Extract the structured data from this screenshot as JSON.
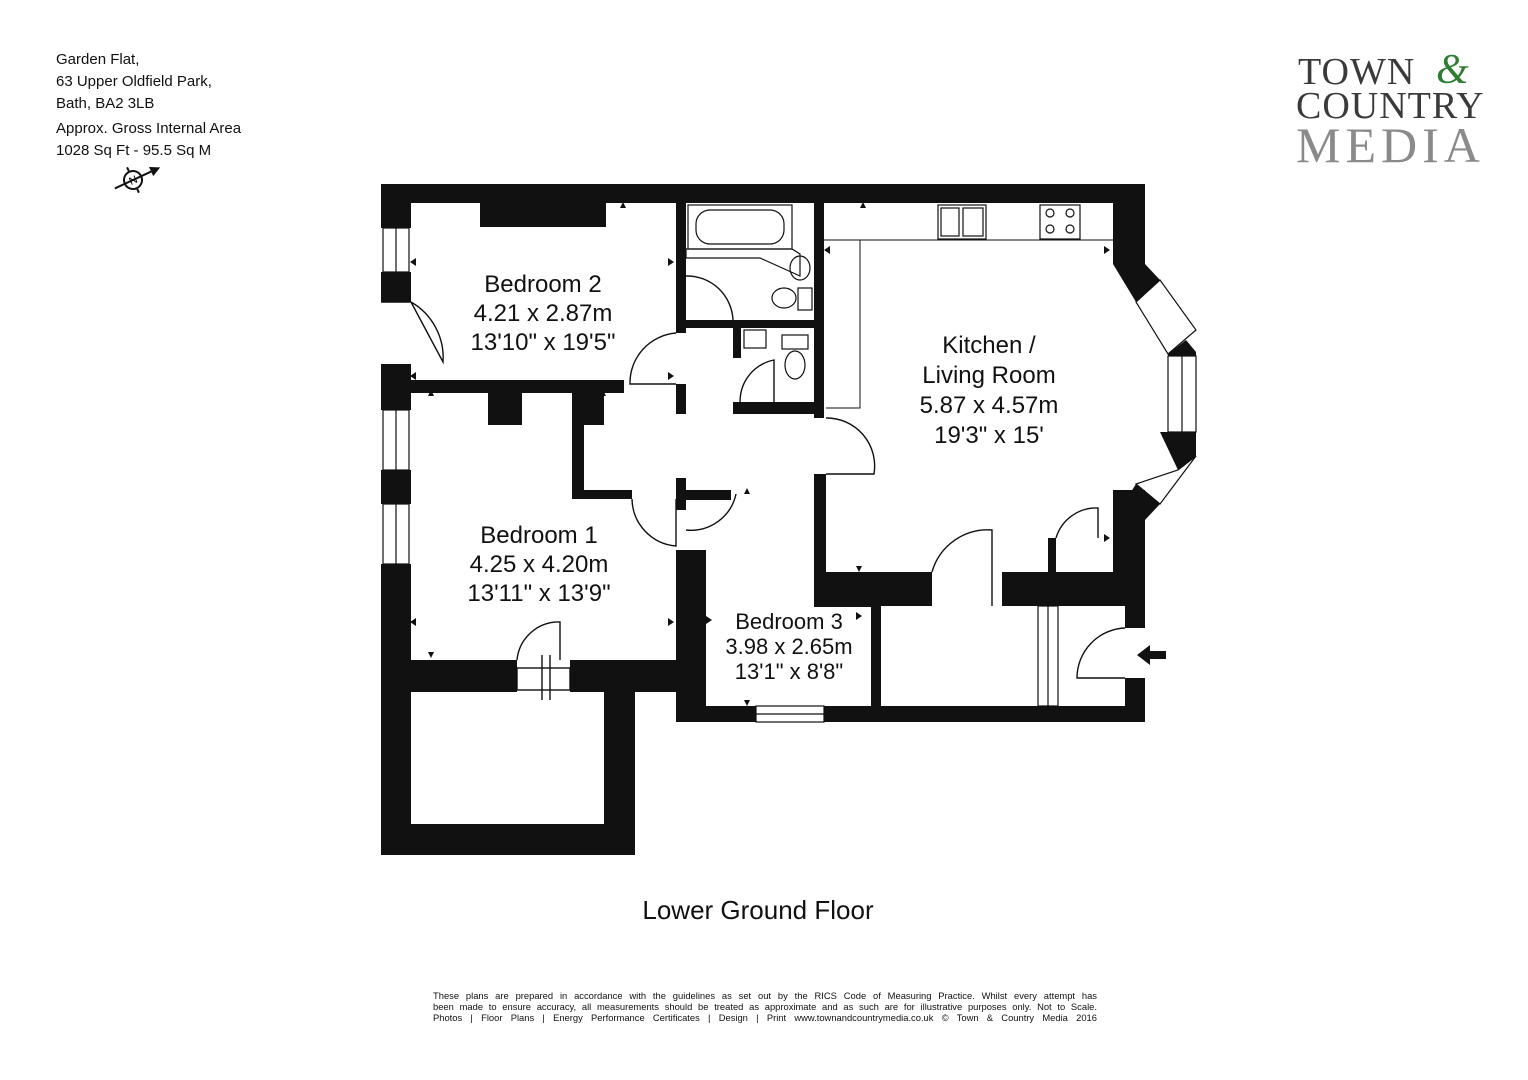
{
  "address": {
    "line1": "Garden Flat,",
    "line2": "63 Upper Oldfield Park,",
    "line3": "Bath, BA2 3LB",
    "area_label": "Approx. Gross Internal Area",
    "area_value": "1028 Sq Ft -  95.5 Sq M"
  },
  "logo": {
    "line1": "TOWN",
    "amp": "&",
    "line2": "COUNTRY",
    "line3": "MEDIA"
  },
  "compass": {
    "letter": "N"
  },
  "rooms": [
    {
      "name": "Bedroom 2",
      "metric": "4.21 x 2.87m",
      "imperial": "13'10\" x 19'5\""
    },
    {
      "name": "Bedroom 1",
      "metric": "4.25 x 4.20m",
      "imperial": "13'11\" x 13'9\""
    },
    {
      "name": "Bedroom 3",
      "metric": "3.98 x 2.65m",
      "imperial": "13'1\" x 8'8\""
    },
    {
      "name_line1": "Kitchen /",
      "name_line2": "Living Room",
      "metric": "5.87 x 4.57m",
      "imperial": "19'3\" x 15'"
    }
  ],
  "floor_title": "Lower Ground Floor",
  "disclaimer": {
    "line1": "These plans are prepared in accordance with the guidelines as set out by the RICS Code of Measuring Practice. Whilst every attempt has",
    "line2": "been made to ensure accuracy, all measurements should be treated as approximate and as such are for illustrative purposes only. Not to Scale.",
    "line3": "Photos | Floor Plans | Energy Performance Certificates | Design | Print www.townandcountrymedia.co.uk © Town & Country Media 2016"
  }
}
